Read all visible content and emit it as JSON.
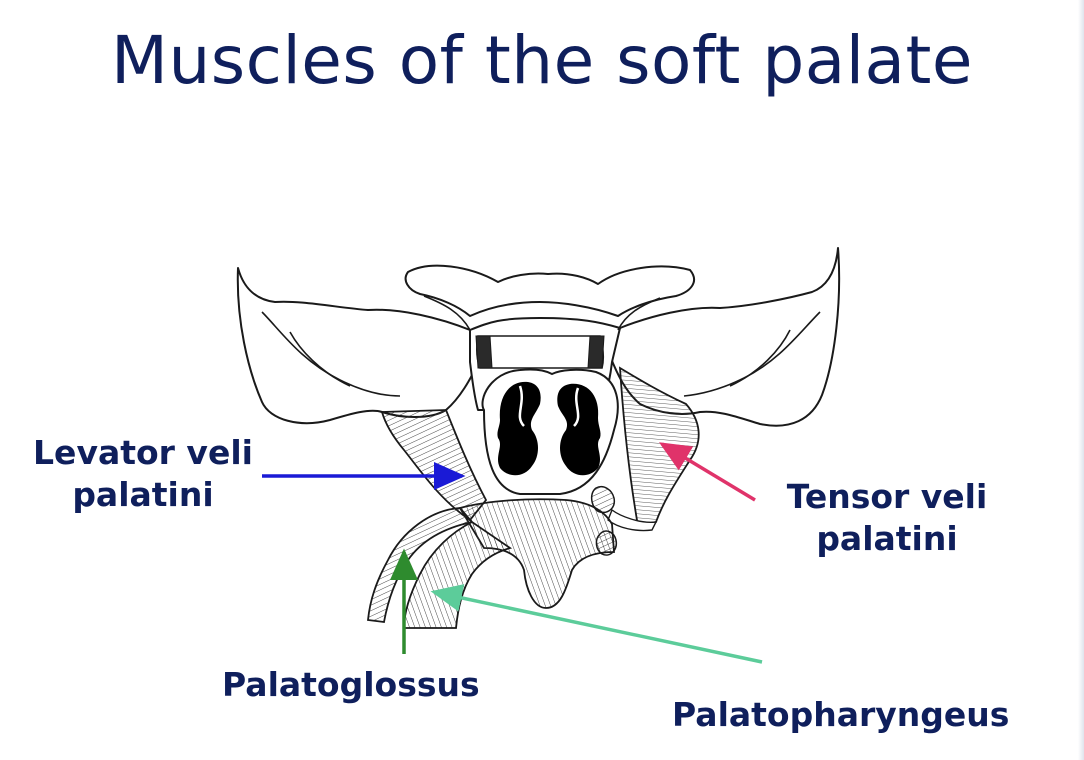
{
  "title": "Muscles of the soft palate",
  "labels": {
    "levator": {
      "line1": "Levator veli",
      "line2": "palatini",
      "arrow_color": "#1a1ad6"
    },
    "tensor": {
      "line1": "Tensor veli",
      "line2": "palatini",
      "arrow_color": "#e0336a"
    },
    "palatoglossus": {
      "text": "Palatoglossus",
      "arrow_color": "#2e8b2e"
    },
    "palatopharyngeus": {
      "text": "Palatopharyngeus",
      "arrow_color": "#5ccc9a"
    }
  },
  "colors": {
    "title": "#0f1f5c",
    "label": "#0f1f5c",
    "line_art": "#1a1a1a"
  }
}
